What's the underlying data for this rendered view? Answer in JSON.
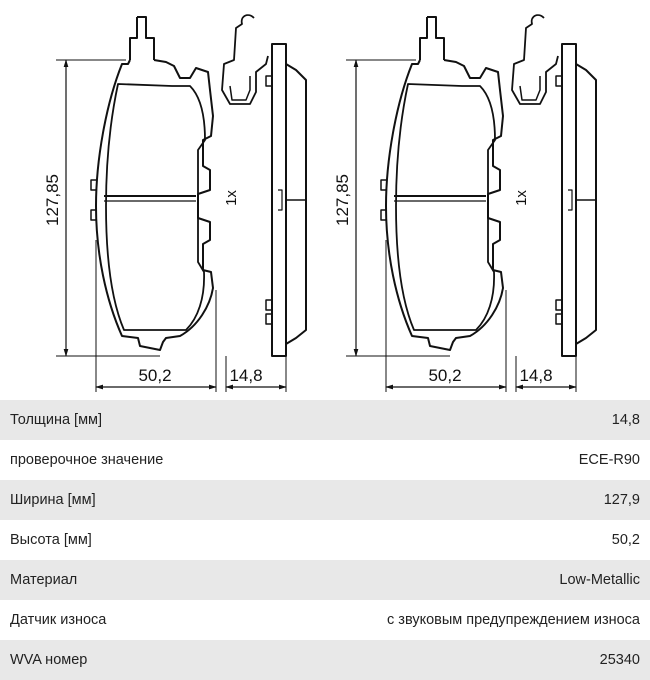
{
  "drawing": {
    "views": [
      {
        "height_label": "127,85",
        "width_label": "50,2",
        "thickness_label": "14,8",
        "quantity_label": "1x"
      },
      {
        "height_label": "127,85",
        "width_label": "50,2",
        "thickness_label": "14,8",
        "quantity_label": "1x"
      }
    ]
  },
  "specs": [
    {
      "label": "Толщина [мм]",
      "value": "14,8"
    },
    {
      "label": "проверочное значение",
      "value": "ECE-R90"
    },
    {
      "label": "Ширина [мм]",
      "value": "127,9"
    },
    {
      "label": "Высота [мм]",
      "value": "50,2"
    },
    {
      "label": "Материал",
      "value": "Low-Metallic"
    },
    {
      "label": "Датчик износа",
      "value": "с звуковым предупреждением износа"
    },
    {
      "label": "WVA номер",
      "value": "25340"
    }
  ]
}
